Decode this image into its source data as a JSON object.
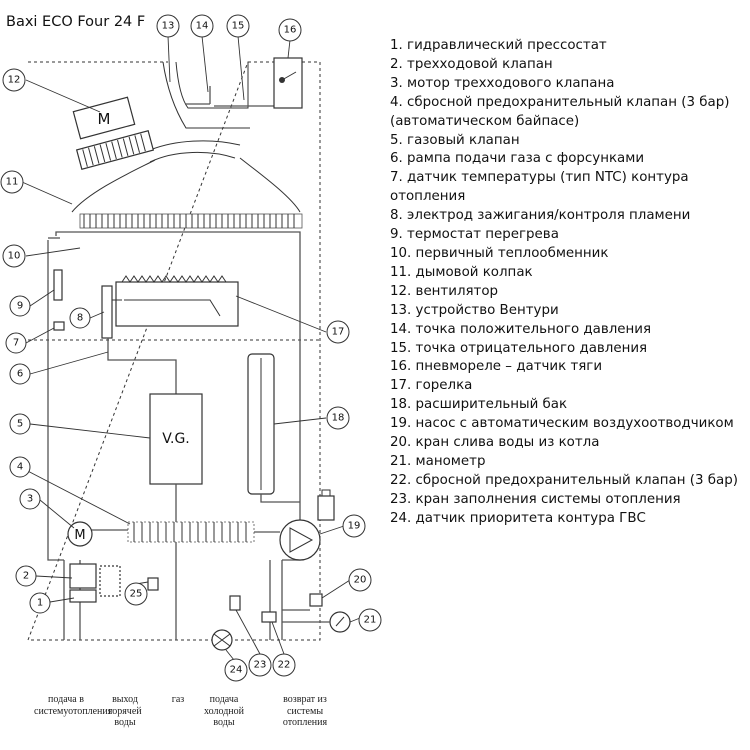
{
  "title": "Baxi ECO Four 24 F",
  "legend": [
    "1. гидравлический прессостат",
    "2. трехходовой клапан",
    "3. мотор трехходового клапана",
    "4. сбросной предохранительный клапан (3 бар) (автоматическом байпасе)",
    "5. газовый клапан",
    "6. рампа подачи газа с форсунками",
    "7. датчик температуры (тип NTC) контура отопления",
    "8. электрод зажигания/контроля пламени",
    "9. термостат перегрева",
    "10. первичный теплообменник",
    "11. дымовой колпак",
    "12. вентилятор",
    "13. устройство Вентури",
    "14. точка положительного давления",
    "15. точка отрицательного давления",
    "16. пневмореле – датчик тяги",
    "17. горелка",
    "18. расширительный бак",
    "19. насос с автоматическим воздухоотводчиком",
    "20. кран слива воды из котла",
    "21. манометр",
    "22. сбросной предохранительный клапан (3 бар)",
    "23. кран заполнения системы отопления",
    "24. датчик приоритета контура ГВС"
  ],
  "labels": {
    "fan_motor": "M",
    "valve_motor": "M",
    "gas_valve": "V.G."
  },
  "callouts": [
    "1",
    "2",
    "3",
    "4",
    "5",
    "6",
    "7",
    "8",
    "9",
    "10",
    "11",
    "12",
    "13",
    "14",
    "15",
    "16",
    "17",
    "18",
    "19",
    "20",
    "21",
    "22",
    "23",
    "24",
    "25"
  ],
  "ports": [
    "подача в системуотопления",
    "выход горячей воды",
    "газ",
    "подача холодной воды",
    "возврат из системы отопления"
  ]
}
